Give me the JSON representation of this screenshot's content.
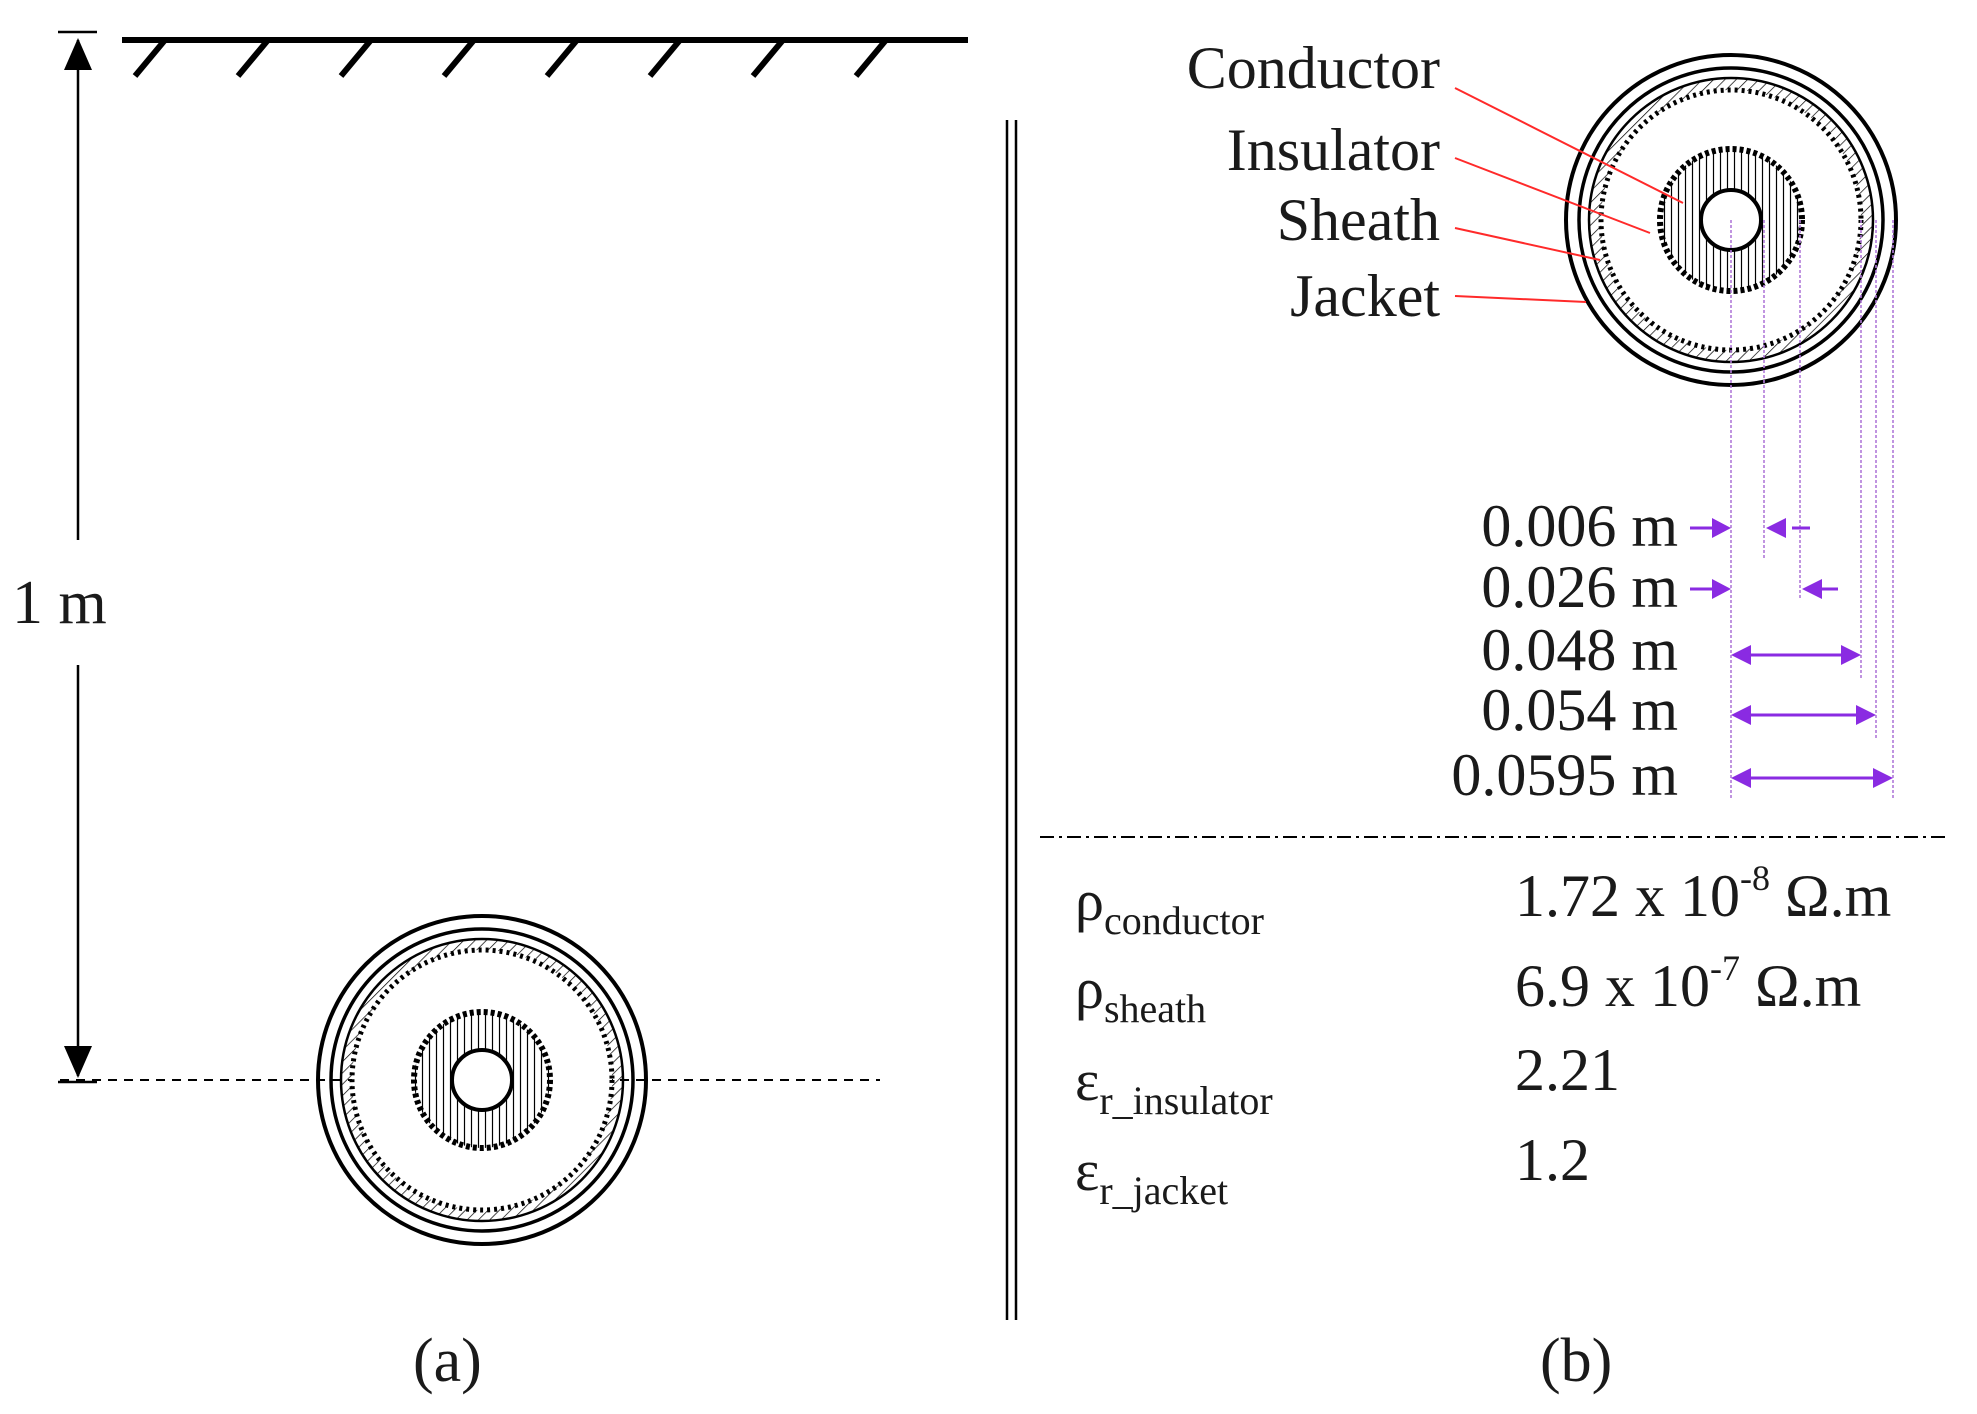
{
  "panel_a": {
    "depth_label": "1 m",
    "caption": "(a)"
  },
  "panel_b": {
    "caption": "(b)",
    "parts": [
      {
        "label": "Conductor"
      },
      {
        "label": "Insulator"
      },
      {
        "label": "Sheath"
      },
      {
        "label": "Jacket"
      }
    ],
    "dimensions": [
      {
        "label": "0.006 m"
      },
      {
        "label": "0.026 m"
      },
      {
        "label": "0.048 m"
      },
      {
        "label": "0.054 m"
      },
      {
        "label": "0.0595 m"
      }
    ],
    "properties": [
      {
        "symbol": "ρ",
        "sub": "conductor",
        "value": "1.72 x 10",
        "exp": "-8",
        "unit": " Ω.m"
      },
      {
        "symbol": "ρ",
        "sub": "sheath",
        "value": "6.9 x 10",
        "exp": "-7",
        "unit": " Ω.m"
      },
      {
        "symbol": "ε",
        "sub": "r_insulator",
        "value": "2.21",
        "exp": "",
        "unit": ""
      },
      {
        "symbol": "ε",
        "sub": "r_jacket",
        "value": "1.2",
        "exp": "",
        "unit": ""
      }
    ]
  },
  "colors": {
    "leader_line": "#ff2a2a",
    "dimension": "#8a2be2",
    "ink": "#000000"
  }
}
